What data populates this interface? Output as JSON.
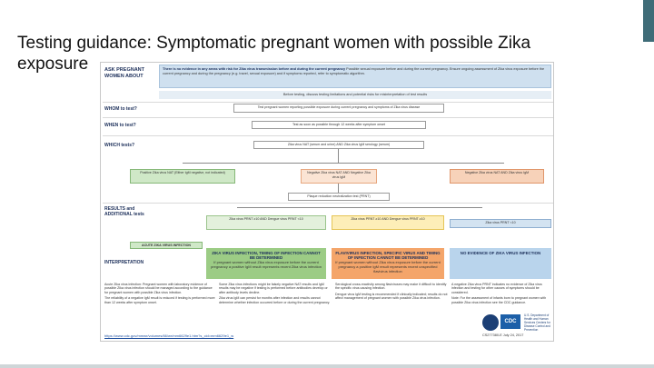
{
  "slide": {
    "title": "Testing guidance:  Symptomatic pregnant women with possible Zika exposure"
  },
  "doc": {
    "ask_label": "ASK PREGNANT WOMEN ABOUT",
    "ask_text_lead": "There is no evidence in any areas with risk for Zika virus transmission before and during the current pregnancy",
    "ask_text_rest": "Possible sexual exposure before and during the current pregnancy. Ensure ongoing assessment of Zika virus exposure before the current pregnancy and during the pregnancy (e.g. travel, sexual exposure) and if symptoms reported, refer to symptomatic algorithm.",
    "divider": "Before testing, discuss testing limitations and potential risks for misinterpretation of test results",
    "whom_label": "WHOM to test?",
    "whom_box": "Test pregnant women reporting possible exposure during current pregnancy and symptoms of Zika virus disease",
    "when_label": "WHEN to test?",
    "when_box": "Test as soon as possible through 12 weeks after symptom onset",
    "which_label": "WHICH tests?",
    "which_box": "Zika virus NAT (serum and urine) AND Zika virus IgM serology (serum)",
    "results_label": "RESULTS and ADDITIONAL tests",
    "box_positive_nat": "Positive Zika virus NAT (Either IgM negative, not indicated)",
    "box_negative_nat": "Negative Zika virus NAT AND Negative Zika virus IgM",
    "box_negative_igm": "Negative Zika virus NAT AND Zika virus IgM",
    "prnt_box": "Plaque reduction neutralization test (PRNT)",
    "prnt_pos_zika": "Zika virus PRNT ≥10 AND Dengue virus PRNT <10",
    "prnt_pos_both": "Zika virus PRNT ≥10 AND Dengue virus PRNT ≥10",
    "prnt_neg": "Zika virus PRNT <10",
    "acute_label": "ACUTE ZIKA VIRUS INFECTION",
    "interp_label": "INTERPRETATION",
    "result_green_title": "ZIKA VIRUS INFECTION, TIMING OF INFECTION CANNOT BE DETERMINED",
    "result_green_body": "If pregnant women without Zika virus exposure before the current pregnancy a positive IgM result represents recent Zika virus infection",
    "result_orange_title": "FLAVIVIRUS INFECTION, SPECIFIC VIRUS AND TIMING OF INFECTION CANNOT BE DETERMINED",
    "result_orange_body": "If pregnant women without Zika virus exposure before the current pregnancy a positive IgM result represents recent unspecified flavivirus infection",
    "result_blue_title": "NO EVIDENCE OF ZIKA VIRUS INFECTION",
    "col1_p1": "Acute Zika virus infection: Pregnant women with laboratory evidence of possible Zika virus infection should be managed according to the guidance for pregnant women with possible Zika virus infection.",
    "col1_p2": "The reliability of a negative IgM result is reduced if testing is performed more than 12 weeks after symptom onset.",
    "col2_p1": "Some Zika virus infections might be falsely negative NAT results and IgM results may be negative if testing is performed before antibodies develop or after antibody levels decline.",
    "col2_p2": "Zika virus IgM can persist for months after infection and results cannot determine whether infection occurred before or during the current pregnancy.",
    "col3_p1": "Serological cross-reactivity among flaviviruses may make it difficult to identify the specific virus causing infection.",
    "col3_p2": "Dengue virus IgM testing is recommended if clinically indicated; results do not affect management of pregnant women with possible Zika virus infection.",
    "col4_p1": "A negative Zika virus PRNT indicates no evidence of Zika virus infection and testing for other causes of symptoms should be considered.",
    "col4_p2": "Note: For the assessment of infants born to pregnant women with possible Zika virus infection see the CDC guidance.",
    "cite_link": "https://www.cdc.gov/mmwr/volumes/66/wr/mm6629e1.htm?s_cid=mm6629e1_w",
    "cdc_logo_text": "CDC",
    "cdc_agency": "U.S. Department of Health and Human Services Centers for Disease Control and Prevention",
    "doc_id": "CS277380-E   July 24, 2017"
  }
}
